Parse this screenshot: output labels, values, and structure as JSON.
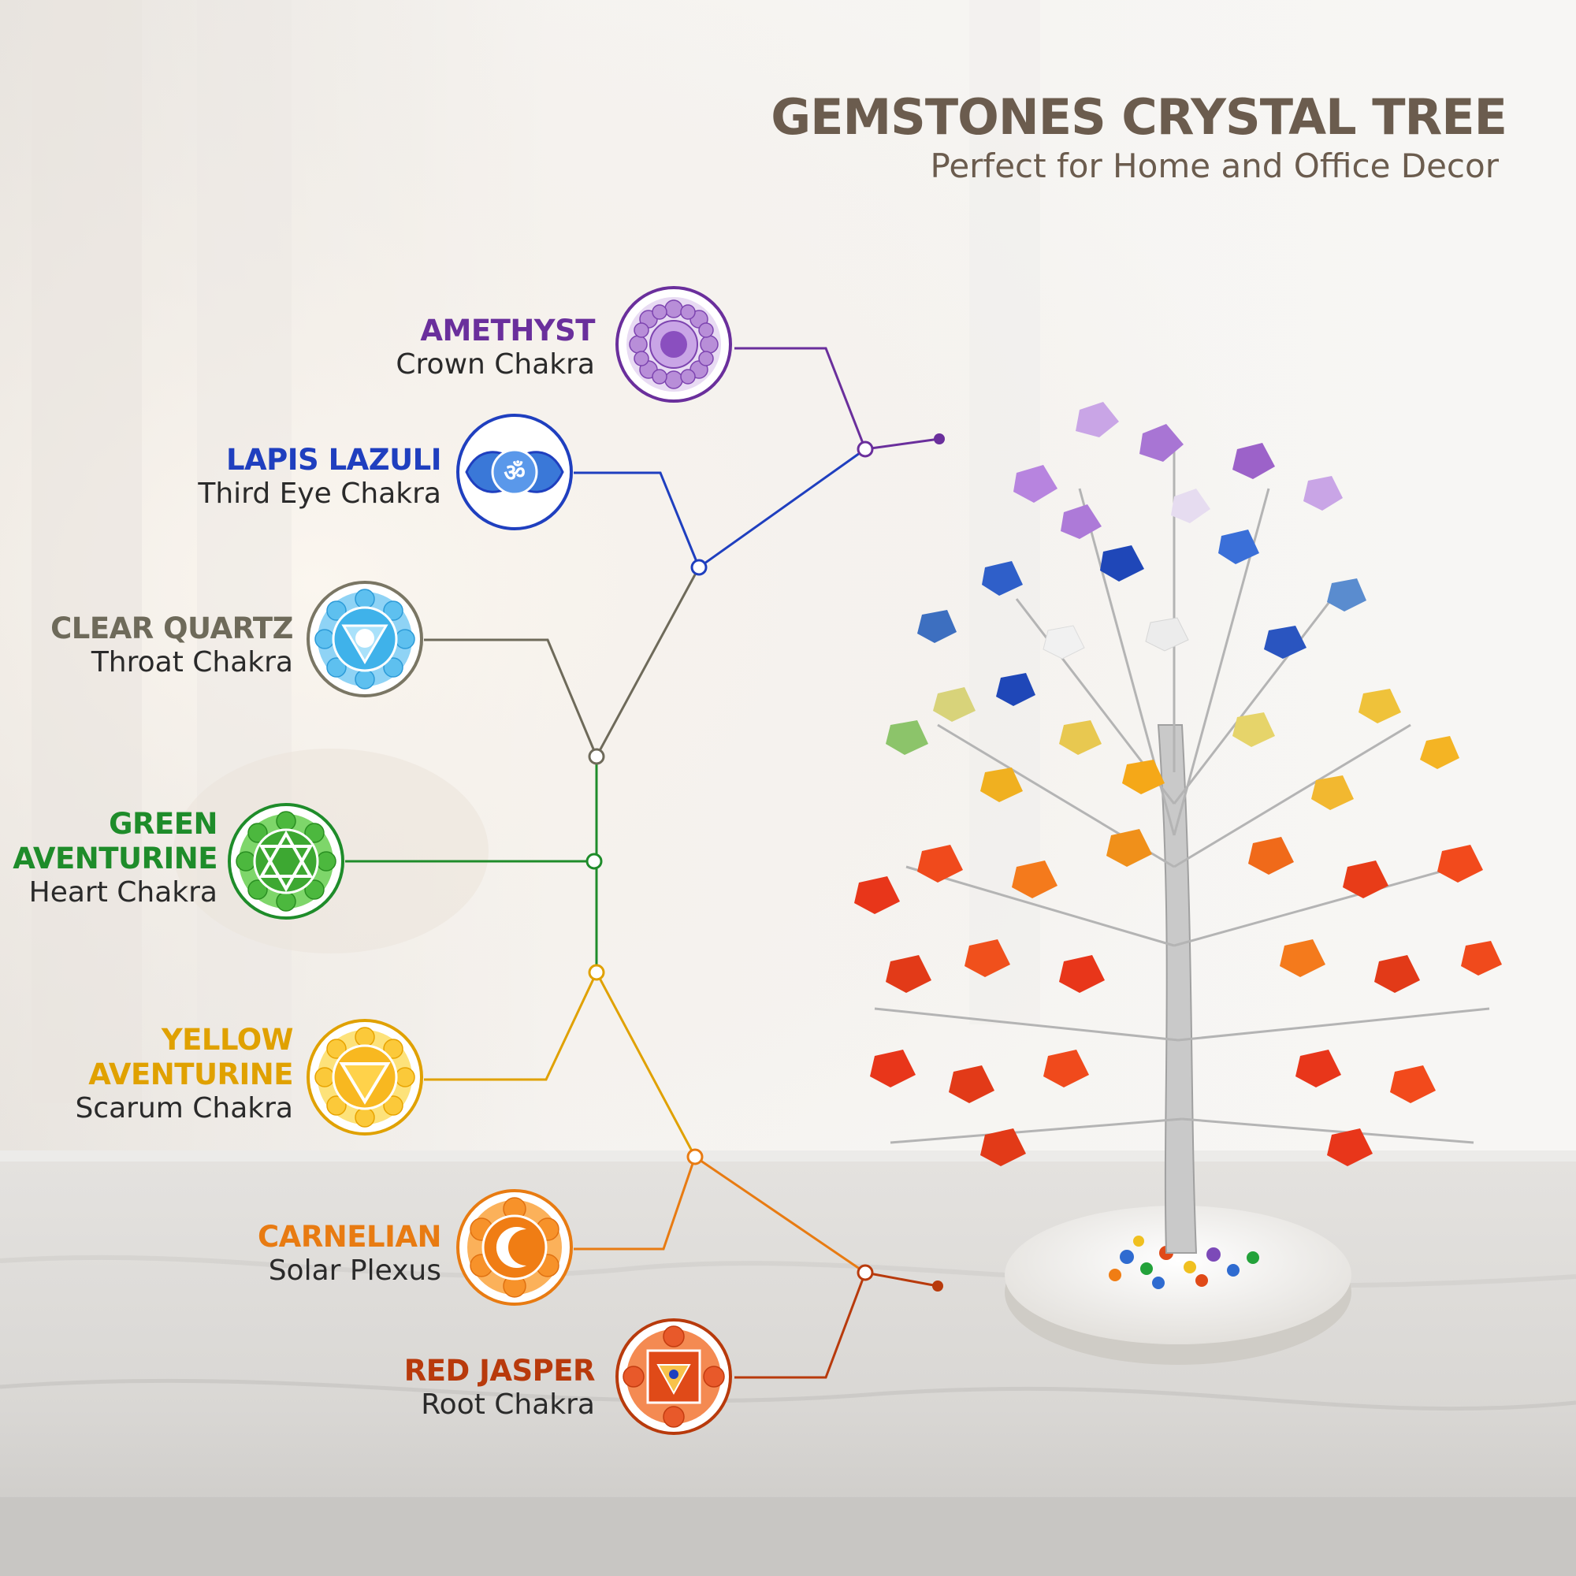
{
  "header": {
    "title": "GEMSTONES CRYSTAL TREE",
    "subtitle": "Perfect for Home and Office Decor"
  },
  "stones": [
    {
      "gem": "AMETHYST",
      "chakra": "Crown Chakra",
      "color": "#6a2f9c",
      "icon": "crown-chakra-icon"
    },
    {
      "gem": "LAPIS LAZULI",
      "chakra": "Third Eye Chakra",
      "color": "#1f3fbf",
      "icon": "third-eye-chakra-icon"
    },
    {
      "gem": "CLEAR QUARTZ",
      "chakra": "Throat Chakra",
      "color": "#6e6a5a",
      "icon": "throat-chakra-icon"
    },
    {
      "gem": "GREEN",
      "gem2": "AVENTURINE",
      "chakra": "Heart Chakra",
      "color": "#1e8c2a",
      "icon": "heart-chakra-icon"
    },
    {
      "gem": "YELLOW",
      "gem2": "AVENTURINE",
      "chakra": "Scarum Chakra",
      "color": "#e0a100",
      "icon": "sacral-chakra-icon"
    },
    {
      "gem": "CARNELIAN",
      "chakra": "Solar Plexus",
      "color": "#e87b12",
      "icon": "solar-plexus-chakra-icon"
    },
    {
      "gem": "RED JASPER",
      "chakra": "Root Chakra",
      "color": "#b83a0c",
      "icon": "root-chakra-icon"
    }
  ],
  "colors": {
    "amethyst": "#6a2f9c",
    "lapis": "#1f3fbf",
    "quartz": "#6e6a5a",
    "green": "#1e8c2a",
    "yellow": "#e0a100",
    "carnelian": "#e87b12",
    "jasper": "#b83a0c",
    "title": "#6b5c4e"
  }
}
